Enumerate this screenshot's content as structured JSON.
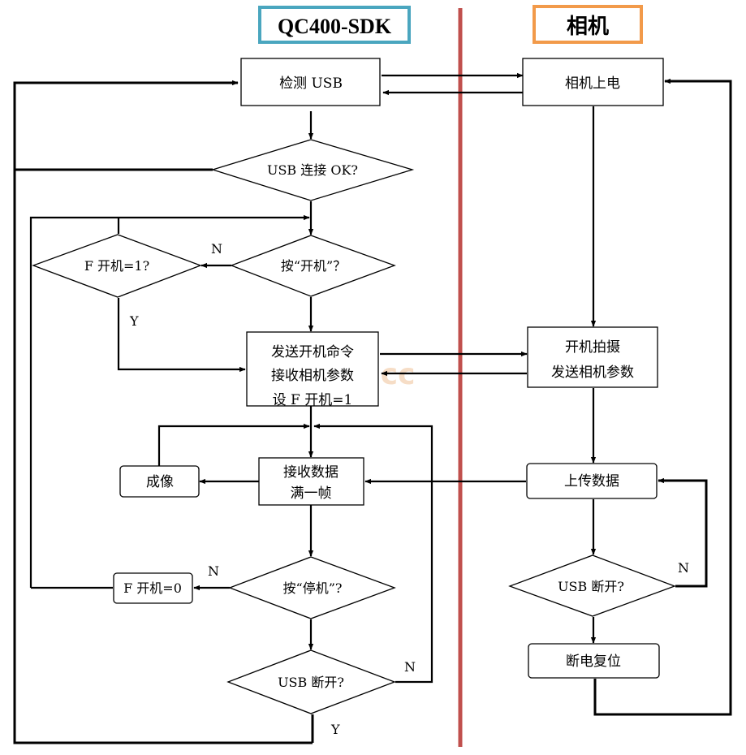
{
  "headers": {
    "left": "QC400-SDK",
    "right": "相机"
  },
  "colors": {
    "left_header_border": "#4aa6bf",
    "right_header_border": "#f29a4a",
    "divider": "#c0504d"
  },
  "nodes": {
    "detect_usb": "检测 USB",
    "usb_connect_ok": "USB 连接 OK?",
    "press_power_on": "按“开机”？",
    "f_power_is_1": "F 开机=1?",
    "send_cmd_lines": [
      "发送开机命令",
      "接收相机参数",
      "设 F 开机=1"
    ],
    "receive_data_lines": [
      "接收数据",
      "满一帧"
    ],
    "imaging": "成像",
    "press_stop": "按“停机”?",
    "f_power_set_0": "F 开机=0",
    "usb_disconnect_left": "USB 断开?",
    "camera_power_on": "相机上电",
    "start_shoot_lines": [
      "开机拍摄",
      "发送相机参数"
    ],
    "upload_data": "上传数据",
    "usb_disconnect_right": "USB 断开?",
    "power_off_reset": "断电复位"
  },
  "labels": {
    "n1": "N",
    "y1": "Y",
    "n2": "N",
    "n3": "N",
    "y2": "Y",
    "n4": "N"
  },
  "watermark": "qcc"
}
